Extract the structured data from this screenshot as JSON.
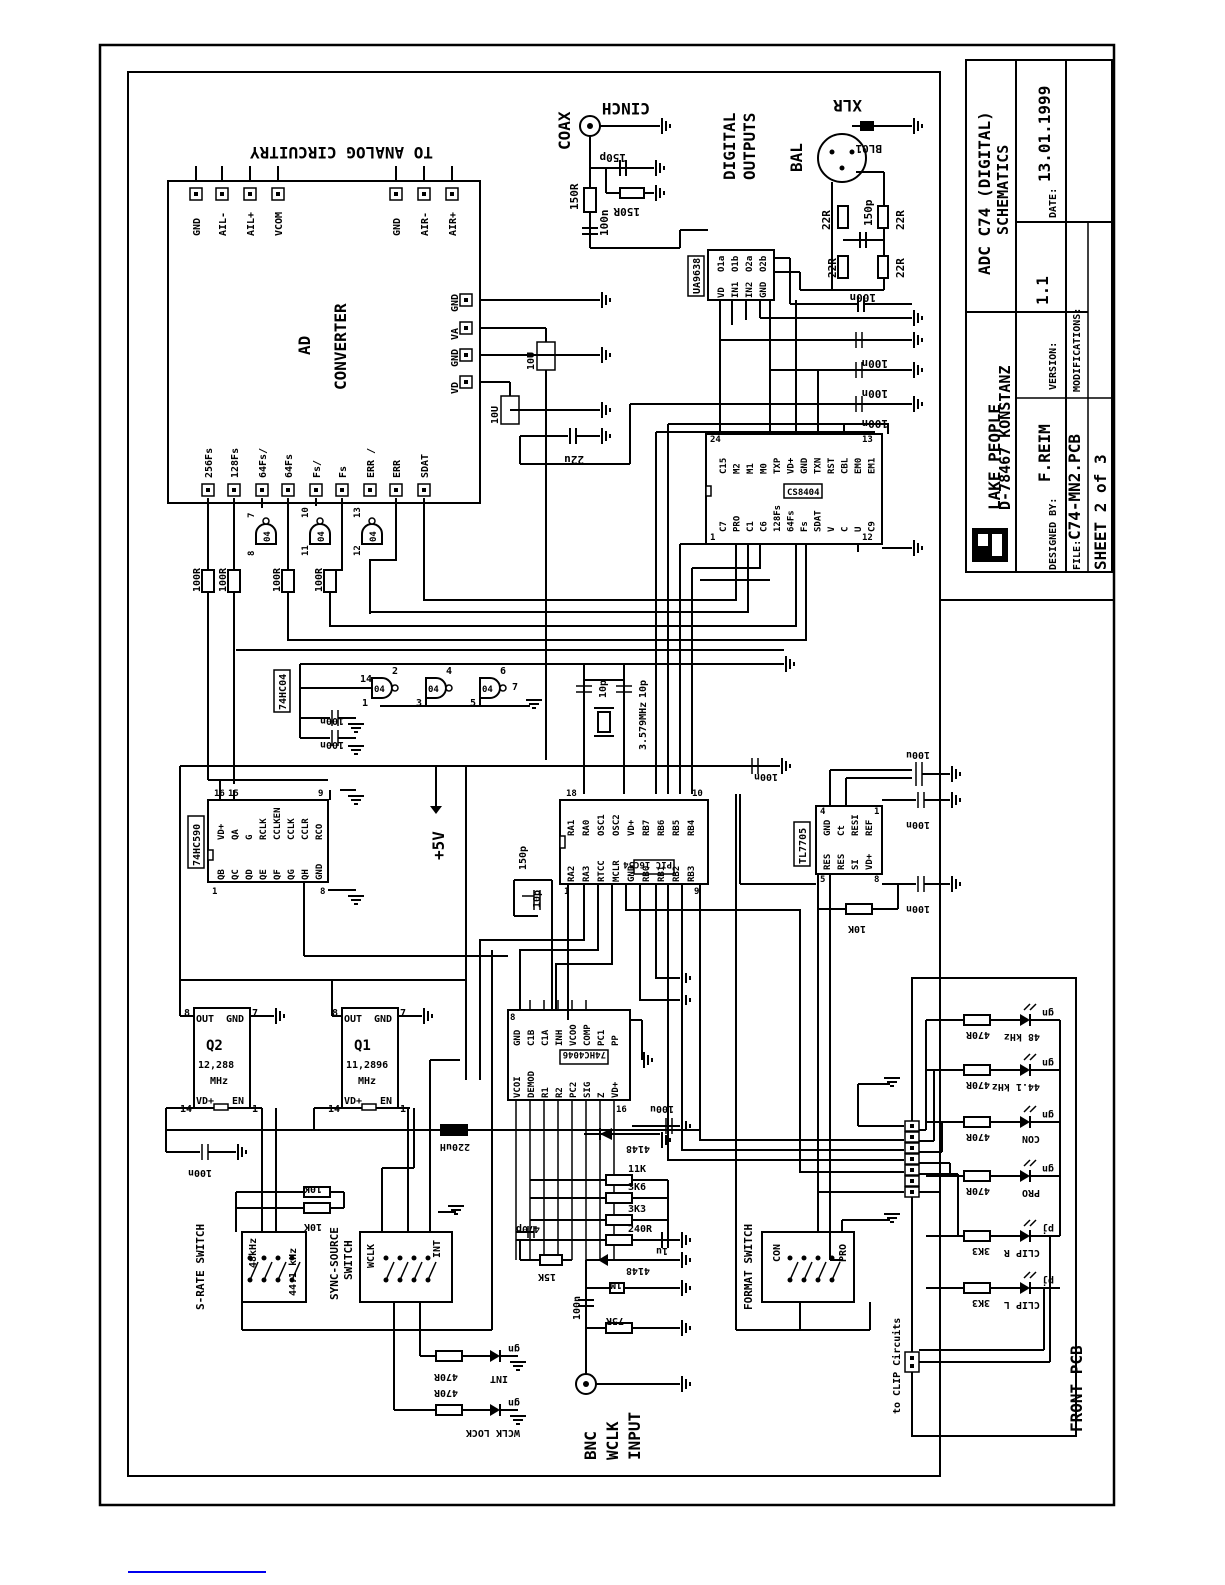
{
  "title_block": {
    "company": "LAKE PEOPLE",
    "address": "D-78467 KONSTANZ",
    "project": "ADC C74 (DIGITAL)",
    "doc_type": "SCHEMATICS",
    "version_label": "VERSION:",
    "version": "1.1",
    "date_label": "DATE:",
    "date": "13.01.1999",
    "designed_label": "DESIGNED BY:",
    "designer": "F.REIM",
    "modifications_label": "MODIFICATIONS:",
    "file_label": "FILE:",
    "file": "C74-MN2.PCB",
    "sheet": "SHEET 2 of 3"
  },
  "headings": {
    "to_analog": "TO ANALOG CIRCUITRY",
    "ad_line1": "AD",
    "ad_line2": "CONVERTER",
    "digital_line1": "DIGITAL",
    "digital_line2": "OUTPUTS",
    "coax": "COAX",
    "cinch": "CINCH",
    "bal": "BAL",
    "xlr": "XLR",
    "plus5v": "+5V",
    "bnc_line1": "BNC",
    "bnc_line2": "WCLK",
    "bnc_line3": "INPUT",
    "front_pcb": "FRONT PCB",
    "to_clip": "to CLIP Circuits"
  },
  "adc_pins": {
    "top": [
      "GND",
      "AIL-",
      "AIL+",
      "VCOM",
      "GND",
      "AIR-",
      "AIR+"
    ],
    "right": [
      "GND",
      "VA",
      "GND",
      "VD"
    ],
    "bottom": [
      "256Fs",
      "128Fs",
      "64Fs/",
      "64Fs",
      "Fs/",
      "Fs",
      "ERR /",
      "ERR",
      "SDAT"
    ]
  },
  "chips": {
    "cs8404": {
      "name": "CS8404",
      "left": [
        "C7",
        "PRO",
        "C1",
        "C6",
        "128Fs",
        "64Fs",
        "Fs",
        "SDAT",
        "V",
        "C",
        "U",
        "C9"
      ],
      "right": [
        "C15",
        "M2",
        "M1",
        "M0",
        "TXP",
        "VD+",
        "GND",
        "TXN",
        "RST",
        "CBL",
        "EM0",
        "EM1"
      ],
      "pins": [
        "1",
        "24",
        "12",
        "13"
      ]
    },
    "ua9638": {
      "name": "UA9638",
      "left": [
        "VD",
        "IN1",
        "IN2",
        "GND"
      ],
      "right": [
        "O1a",
        "O1b",
        "O2a",
        "O2b"
      ]
    },
    "hc04_label": "74HC04",
    "gates": [
      "2",
      "14",
      "1",
      "04",
      "4",
      "3",
      "04",
      "6",
      "5",
      "04",
      "7",
      "8",
      "9",
      "04",
      "10",
      "11",
      "04",
      "12",
      "13",
      "04"
    ],
    "hc590": {
      "name": "74HC590",
      "top": [
        "VD+",
        "QA",
        "G",
        "RCLK",
        "CCLKEN",
        "CCLK",
        "CCLR",
        "RCO"
      ],
      "bottom": [
        "QB",
        "QC",
        "QD",
        "QE",
        "QF",
        "QG",
        "QH",
        "GND"
      ],
      "pins": [
        "16",
        "15",
        "9",
        "1",
        "8"
      ]
    },
    "pic": {
      "name": "PIC 16C54",
      "top": [
        "RA1",
        "RA0",
        "OSC1",
        "OSC2",
        "VD+",
        "RB7",
        "RB6",
        "RB5",
        "RB4"
      ],
      "bottom": [
        "RA2",
        "RA3",
        "RTCC",
        "MCLR",
        "GND",
        "RB0",
        "RB1",
        "RB2",
        "RB3"
      ],
      "pins": [
        "18",
        "10",
        "1",
        "9"
      ]
    },
    "tl7705": {
      "name": "TL7705",
      "top": [
        "GND",
        "Ct",
        "RESI",
        "REF"
      ],
      "bottom": [
        "RES",
        "RES",
        "SI",
        "VD+"
      ],
      "pins": [
        "4",
        "1",
        "5",
        "8"
      ]
    },
    "hc4046": {
      "name": "74HC4046",
      "top": [
        "GND",
        "C1B",
        "C1A",
        "INH",
        "VCOO",
        "COMP",
        "PC1",
        "PP"
      ],
      "bottom": [
        "VCOI",
        "DEMOD",
        "R1",
        "R2",
        "PC2",
        "SIG",
        "Z",
        "VD+"
      ],
      "pins": [
        "8",
        "16"
      ]
    },
    "q2": {
      "name": "Q2",
      "freq": "12,288",
      "unit": "MHz",
      "pins": [
        "OUT",
        "GND",
        "VD+",
        "EN"
      ],
      "nums": [
        "8",
        "7",
        "14",
        "1"
      ]
    },
    "q1": {
      "name": "Q1",
      "freq": "11,2896",
      "unit": "MHz",
      "pins": [
        "OUT",
        "GND",
        "VD+",
        "EN"
      ],
      "nums": [
        "8",
        "7",
        "14",
        "1"
      ]
    }
  },
  "components": {
    "c150p_coax": "150p",
    "r150_coax": "150R",
    "r150_coax2": "150R",
    "c100n_coax": "100n",
    "bl01": "BL01",
    "r22_1": "22R",
    "c150p_xlr": "150p",
    "r22_2": "22R",
    "r22_3": "22R",
    "r22_4": "22R",
    "c100n_xlr": "100n",
    "c100n_a": "100n",
    "c100n_b": "100n",
    "c100n_c": "100n",
    "c10u_1": "10U",
    "c10u_2": "10U",
    "c22u": "22u",
    "r100_1": "100R",
    "r100_2": "100R",
    "r100_3": "100R",
    "r100_4": "100R",
    "c100n_04": "100n",
    "c100n_04b": "100n",
    "c10p_1": "10p",
    "c10p_2": "10p",
    "xtal": "3.579MHz",
    "c100n_pic": "100n",
    "c100u": "100u",
    "c100n_tl1": "100n",
    "c100n_tl2": "100n",
    "r10k_tl": "10K",
    "c150p_pll": "150p",
    "c10p_pll": "10p",
    "l220": "220uH",
    "c100n_q": "100n",
    "c100u_b": "100u",
    "d4148_1": "4148",
    "r10k_1": "10K",
    "r10k_2": "10K",
    "r11k": "11K",
    "r3k6": "3K6",
    "r3k3": "3K3",
    "r240": "240R",
    "c470p": "470p",
    "c1u": "1u",
    "r15k": "15K",
    "r1m": "1M",
    "d4148_2": "4148",
    "c100n_bnc": "100n",
    "r75": "75R",
    "r470_int": "470R",
    "r470_wclk": "470R"
  },
  "switches": {
    "srate": "S-RATE SWITCH",
    "srate_48": "48kHz",
    "srate_44": "44.1 kHz",
    "sync_line1": "SYNC-SOURCE",
    "sync_line2": "SWITCH",
    "sync_wclk": "WCLK",
    "sync_int": "INT",
    "format": "FORMAT SWITCH",
    "format_con": "CON",
    "format_pro": "PRO"
  },
  "leds": [
    {
      "r": "470R",
      "label": "48 kHz",
      "color": "gn"
    },
    {
      "r": "470R",
      "label": "44.1 kHz",
      "color": "gn"
    },
    {
      "r": "470R",
      "label": "CON",
      "color": "gn"
    },
    {
      "r": "470R",
      "label": "PRO",
      "color": "gn"
    },
    {
      "r": "3K3",
      "label": "CLIP R",
      "color": "pj"
    },
    {
      "r": "3K3",
      "label": "CLIP L",
      "color": "pj"
    },
    {
      "r": "",
      "label": "INT",
      "color": "gn"
    },
    {
      "r": "",
      "label": "WCLK LOCK",
      "color": "gn"
    }
  ]
}
